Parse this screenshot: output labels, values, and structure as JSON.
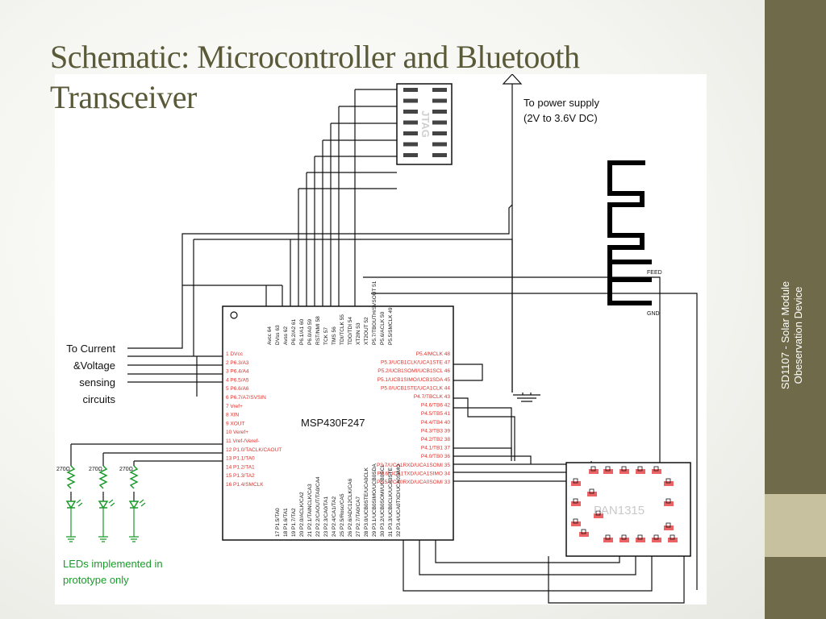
{
  "slide": {
    "title": "Schematic: Microcontroller and Bluetooth Transceiver",
    "sidebar_line1": "SD1107 - Solar Module",
    "sidebar_line2": "Obeservation Device"
  },
  "schematic": {
    "jtag_label": "JTAG",
    "power_note": [
      "To power supply",
      "(2V to 3.6V DC)"
    ],
    "sensing_note": [
      "To Current",
      "&Voltage",
      "sensing",
      "circuits"
    ],
    "led_note": [
      "LEDs implemented in",
      "prototype only"
    ],
    "mcu_name": "MSP430F247",
    "bt_name": "PAN1315",
    "antenna_feed": "FEED",
    "antenna_gnd": "GND",
    "resistor_labels": [
      "270Ω",
      "270Ω",
      "270Ω"
    ],
    "top_pins": [
      "Avcc 64",
      "DVss 63",
      "Avss 62",
      "P6.2/A2 61",
      "P6.1/A1 60",
      "P6.0/A0 59",
      "RST/NMI 58",
      "TCK 57",
      "TMS 56",
      "TDI/TCLK 55",
      "TDO/TDI 54",
      "XT2IN 53",
      "XT2OUT 52",
      "P5.7/TBOUTH/SVSOUT 51",
      "P5.6/ACLK 50",
      "P5.5/SMCLK 49"
    ],
    "left_pins": [
      "1 DVcc",
      "2 P6.3/A3",
      "3 P6.4/A4",
      "4 P6.5/A5",
      "5 P6.6/A6",
      "6 P6.7/A7/SVSIN",
      "7 Vref+",
      "8 XIN",
      "9 XOUT",
      "10 Veref+",
      "11 Vref-/Veref-",
      "12 P1.0/TACLK/CAOUT",
      "13 P1.1/TA0",
      "14 P1.2/TA1",
      "15 P1.3/TA2",
      "16 P1.4/SMCLK"
    ],
    "right_pins": [
      "P5.4/MCLK 48",
      "P5.3/UCB1CLK/UCA1STE 47",
      "P5.2/UCB1SOMI/UCB1SCL 46",
      "P5.1/UCB1SIMO/UCB1SDA 45",
      "P5.0/UCB1STE/UCA1CLK 44",
      "P4.7/TBCLK 43",
      "P4.6/TB6 42",
      "P4.5/TB5 41",
      "P4.4/TB4 40",
      "P4.3/TB3 39",
      "P4.2/TB2 38",
      "P4.1/TB1 37",
      "P4.0/TB0 36",
      "P3.7/UCA1RXD/UCA1SOMI 35",
      "P3.6/UCA1TXD/UCA1SIMO 34",
      "P3.5/UCA0RXD/UCA0SOMI 33"
    ],
    "bottom_pins": [
      "17 P1.5/TA0",
      "18 P1.6/TA1",
      "19 P1.7/TA2",
      "20 P2.0/ACLK/CA2",
      "21 P2.1/TAINCLK/CA3",
      "22 P2.2/CAOUT/TA0/CA4",
      "23 P2.3/CA0/TA1",
      "24 P2.4/CA1/TA2",
      "25 P2.5/Rosc/CA5",
      "26 P2.6/ADC12CLK/CA6",
      "27 P2.7/TA0/CA7",
      "28 P3.0/UCB0STE/UCA0CLK",
      "29 P3.1/UCB0SIMO/UCB0SDA",
      "30 P3.2/UCB0SOMI/UCB0SCL",
      "31 P3.3/UCB0CLK/UCA0STE",
      "32 P3.4/UCA0TXD/UCA0SIMO"
    ]
  },
  "colors": {
    "title": "#5a5938",
    "sidebar": "#6e6a4a",
    "pin_red": "#e0302a",
    "led_green": "#1a9a2a",
    "note_green": "#1a9a2a",
    "bt_pad": "#e8484a"
  }
}
